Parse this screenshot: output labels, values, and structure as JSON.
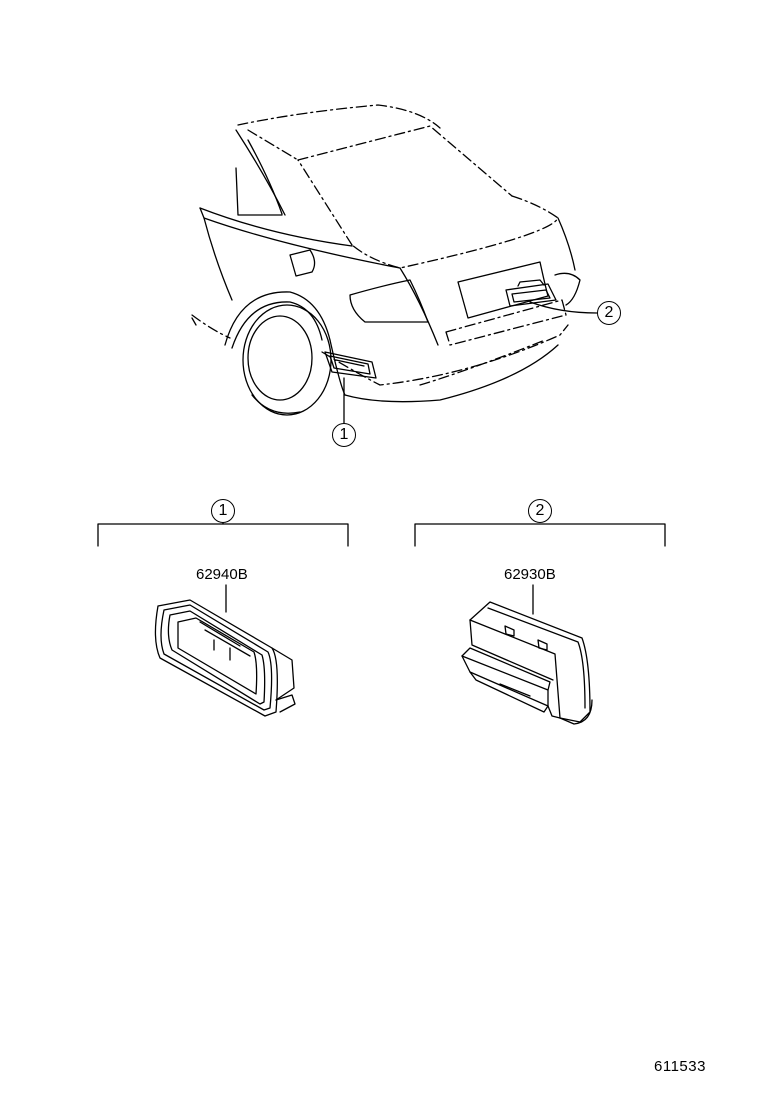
{
  "diagram": {
    "callouts": [
      "1",
      "2"
    ],
    "groups": [
      {
        "callout": "1",
        "part_number": "62940B"
      },
      {
        "callout": "2",
        "part_number": "62930B"
      }
    ],
    "illustration_id": "611533"
  },
  "colors": {
    "line": "#000000",
    "background": "#ffffff"
  },
  "icons": {
    "car": "car-rear-view-illustration",
    "part1": "reflector-left-illustration",
    "part2": "reflector-right-illustration"
  }
}
